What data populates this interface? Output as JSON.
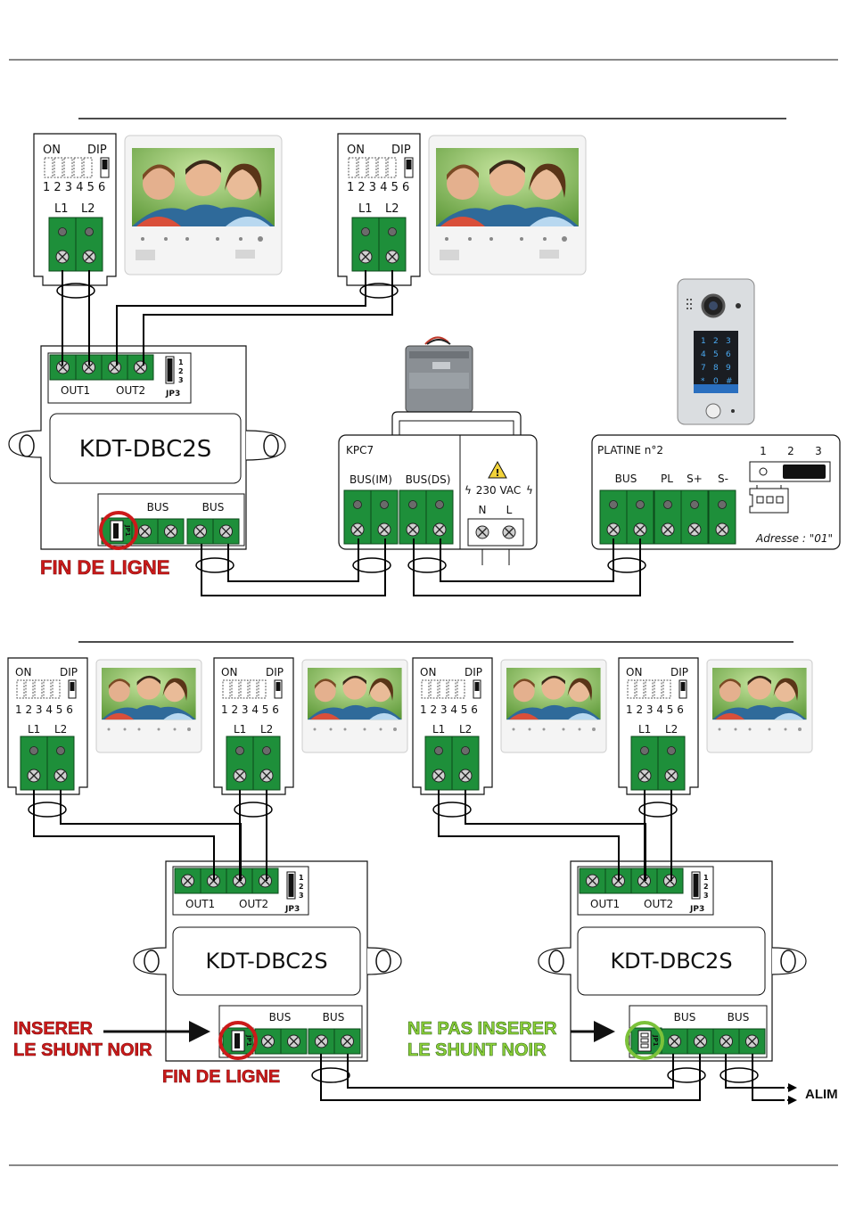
{
  "colors": {
    "terminal": "#1e8f3a",
    "warning_red": "#cc1a1a",
    "ok_green": "#8ccf3a",
    "wire": "#000000"
  },
  "monitor": {
    "dip_on": "ON",
    "dip_label": "DIP",
    "dip_numbers": "1 2 3 4 5 6",
    "l1": "L1",
    "l2": "L2"
  },
  "distributor": {
    "name": "KDT-DBC2S",
    "out1": "OUT1",
    "out2": "OUT2",
    "jp3": "JP3",
    "jp3_pos": [
      "1",
      "2",
      "3"
    ],
    "bus": "BUS",
    "jp1": "JP1"
  },
  "kpc7": {
    "name": "KPC7",
    "bus_im": "BUS(IM)",
    "bus_ds": "BUS(DS)",
    "vac": "230 VAC",
    "n": "N",
    "l": "L",
    "warning_icon": "warning-triangle"
  },
  "platine": {
    "title": "PLATINE n°2",
    "bus": "BUS",
    "pl": "PL",
    "s_plus": "S+",
    "s_minus": "S-",
    "switch_pos": [
      "1",
      "2",
      "3"
    ],
    "address": "Adresse : \"01\"",
    "keypad": [
      "1",
      "2",
      "3",
      "4",
      "5",
      "6",
      "7",
      "8",
      "9",
      "*",
      "0",
      "#"
    ]
  },
  "labels": {
    "fin_de_ligne": "FIN DE LIGNE",
    "inserer_1": "INSERER",
    "inserer_2": "LE SHUNT NOIR",
    "ne_pas_1": "NE PAS INSERER",
    "ne_pas_2": "LE SHUNT NOIR",
    "alim": "ALIM"
  }
}
